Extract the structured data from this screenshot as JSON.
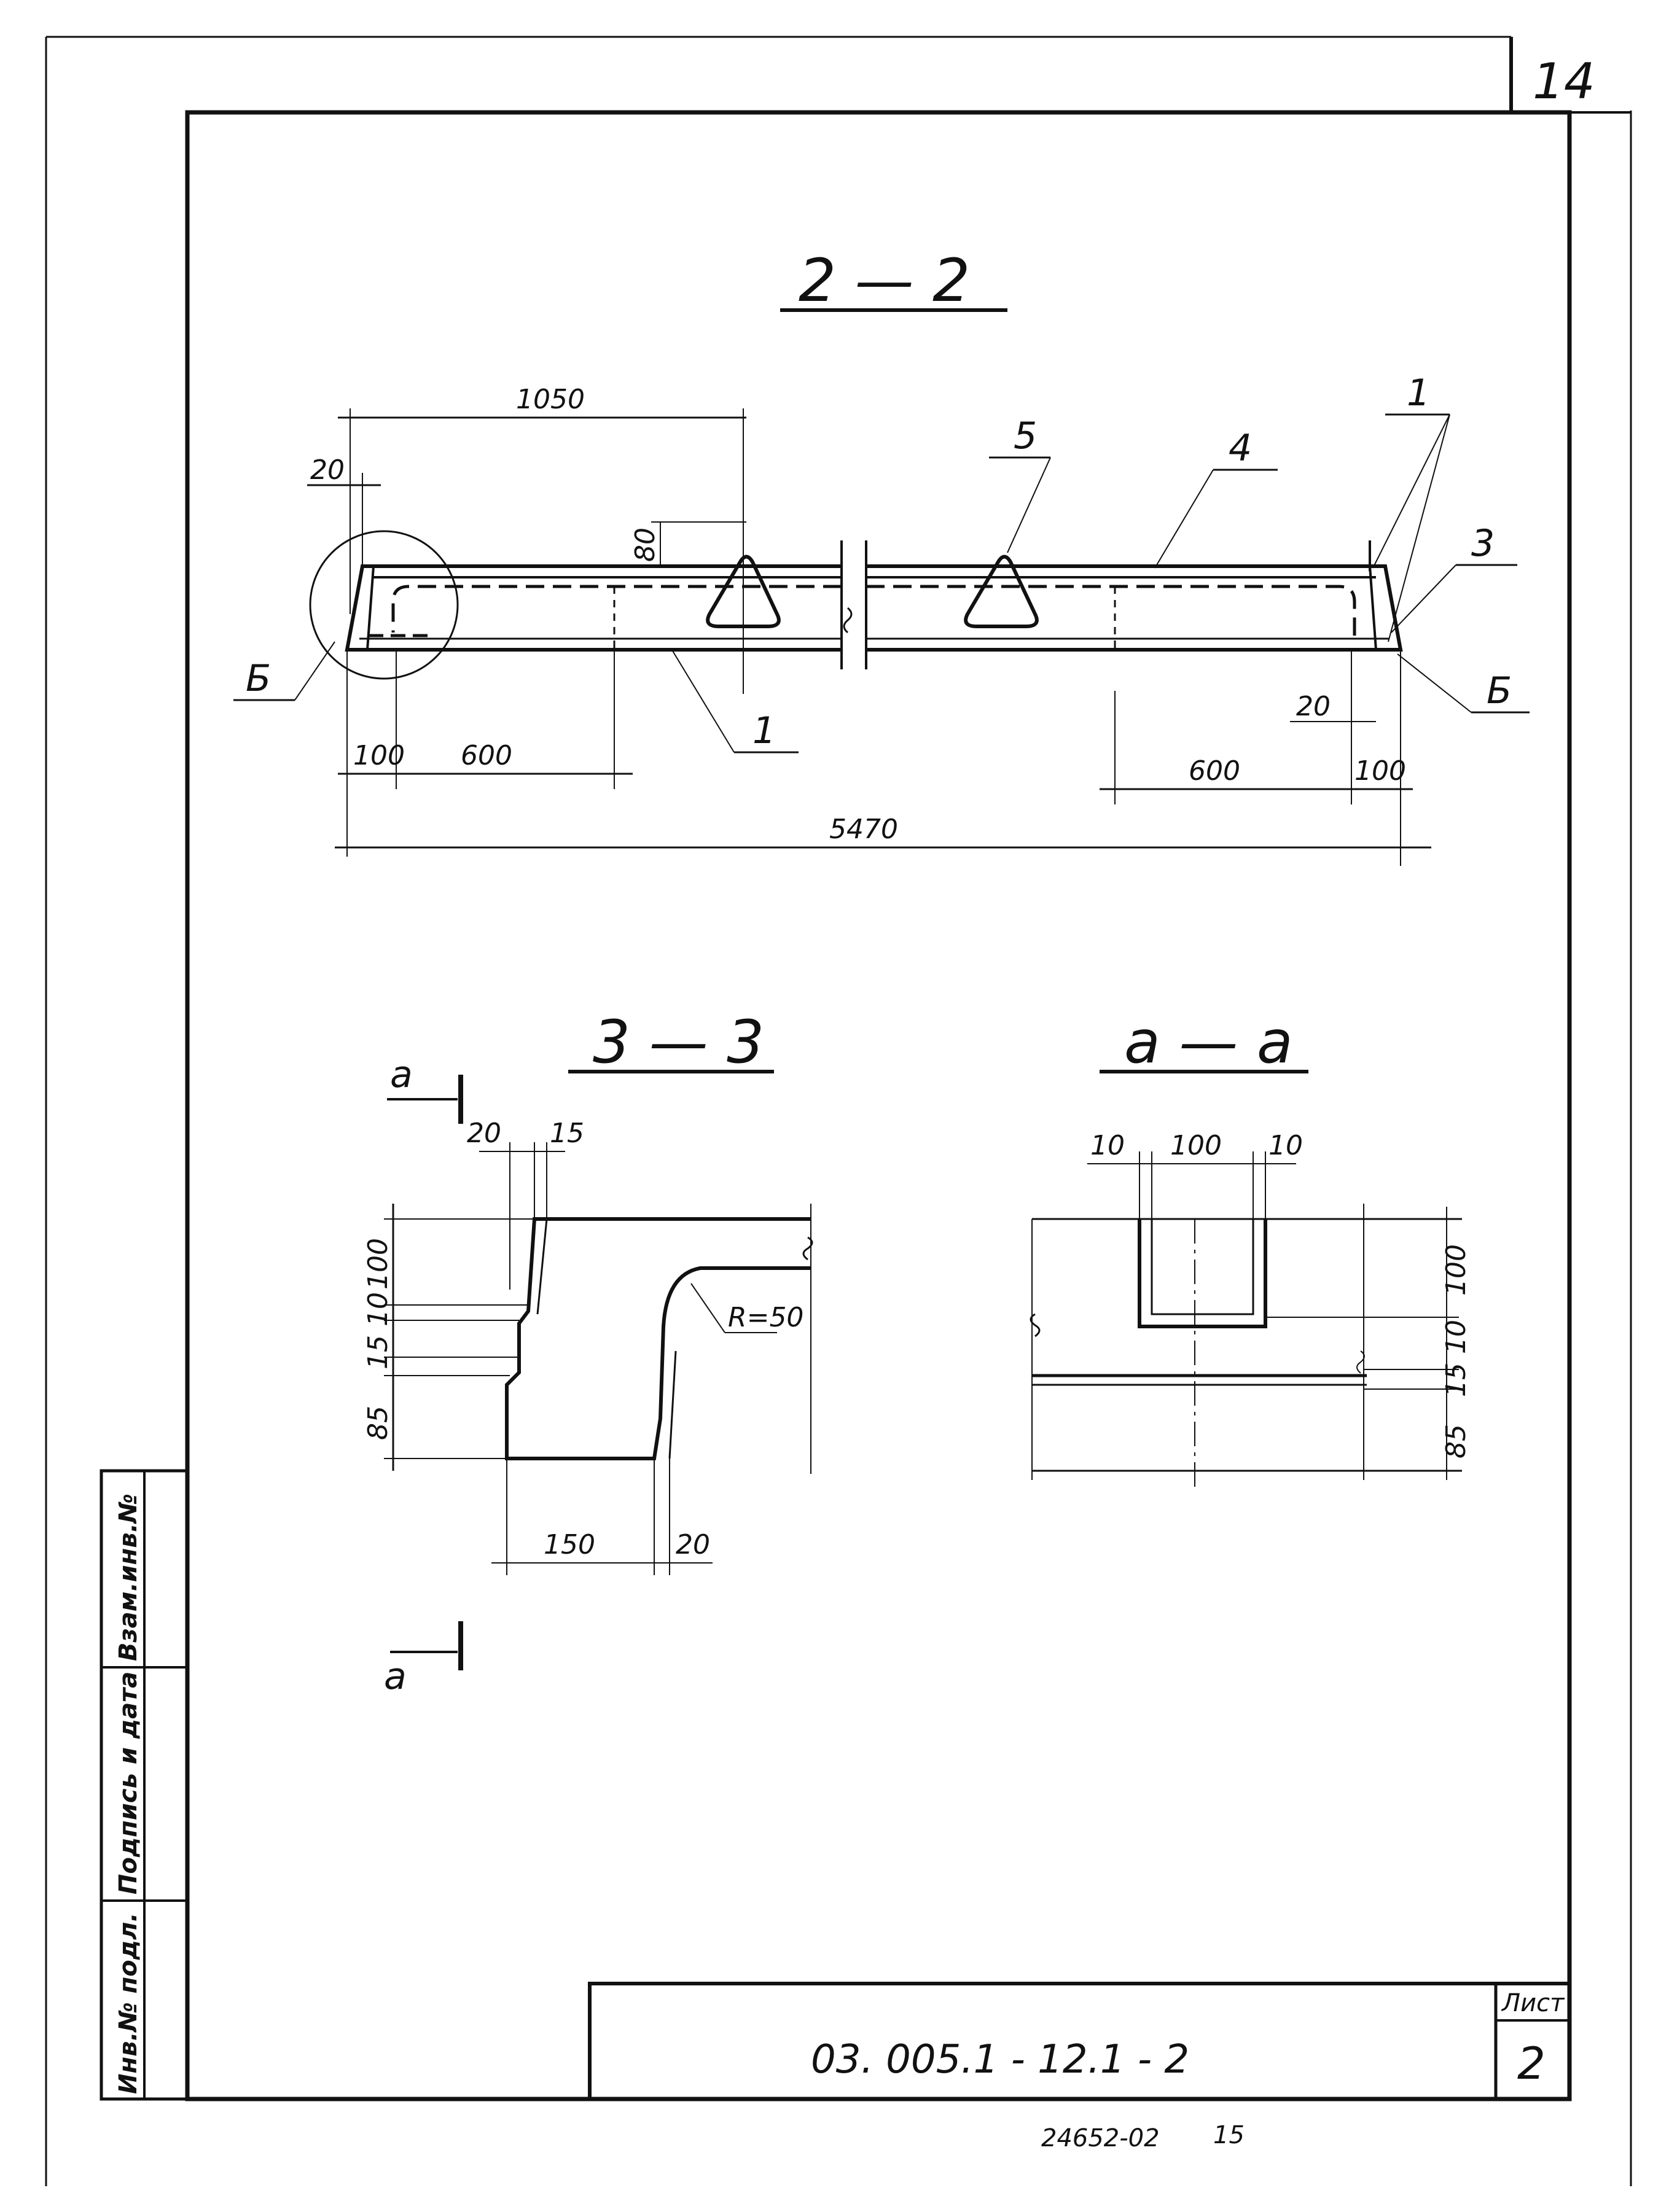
{
  "page_number": "14",
  "sections": {
    "s22": {
      "title": "2 — 2",
      "dims": {
        "d1050": "1050",
        "d20a": "20",
        "d80": "80",
        "d100a": "100",
        "d600a": "600",
        "d5470": "5470",
        "d600b": "600",
        "d100b": "100",
        "d20b": "20"
      },
      "callouts": {
        "c1a": "1",
        "c1b": "1",
        "c3": "3",
        "c4": "4",
        "c5": "5",
        "cBa": "Б",
        "cBb": "Б"
      }
    },
    "s33": {
      "title": "3 — 3",
      "cut_mark": "а",
      "dims": {
        "d20": "20",
        "d15": "15",
        "d100": "100",
        "d10": "10",
        "d15v": "15",
        "d85": "85",
        "dR": "R=50",
        "d150": "150",
        "d20b": "20"
      }
    },
    "saa": {
      "title": "а — а",
      "dims": {
        "d10a": "10",
        "d100": "100",
        "d10b": "10",
        "d100v": "100",
        "d10v": "10",
        "d15v": "15",
        "d85v": "85"
      }
    }
  },
  "side_stamp": {
    "cells": [
      "Инв.№ подл.",
      "Подпись и дата",
      "Взам.инв.№"
    ]
  },
  "title_block": {
    "doc_code": "03. 005.1 - 12.1 - 2",
    "sheet_label": "Лист",
    "sheet_number": "2"
  },
  "footer": {
    "archive_no": "24652-02",
    "archive_page": "15"
  }
}
